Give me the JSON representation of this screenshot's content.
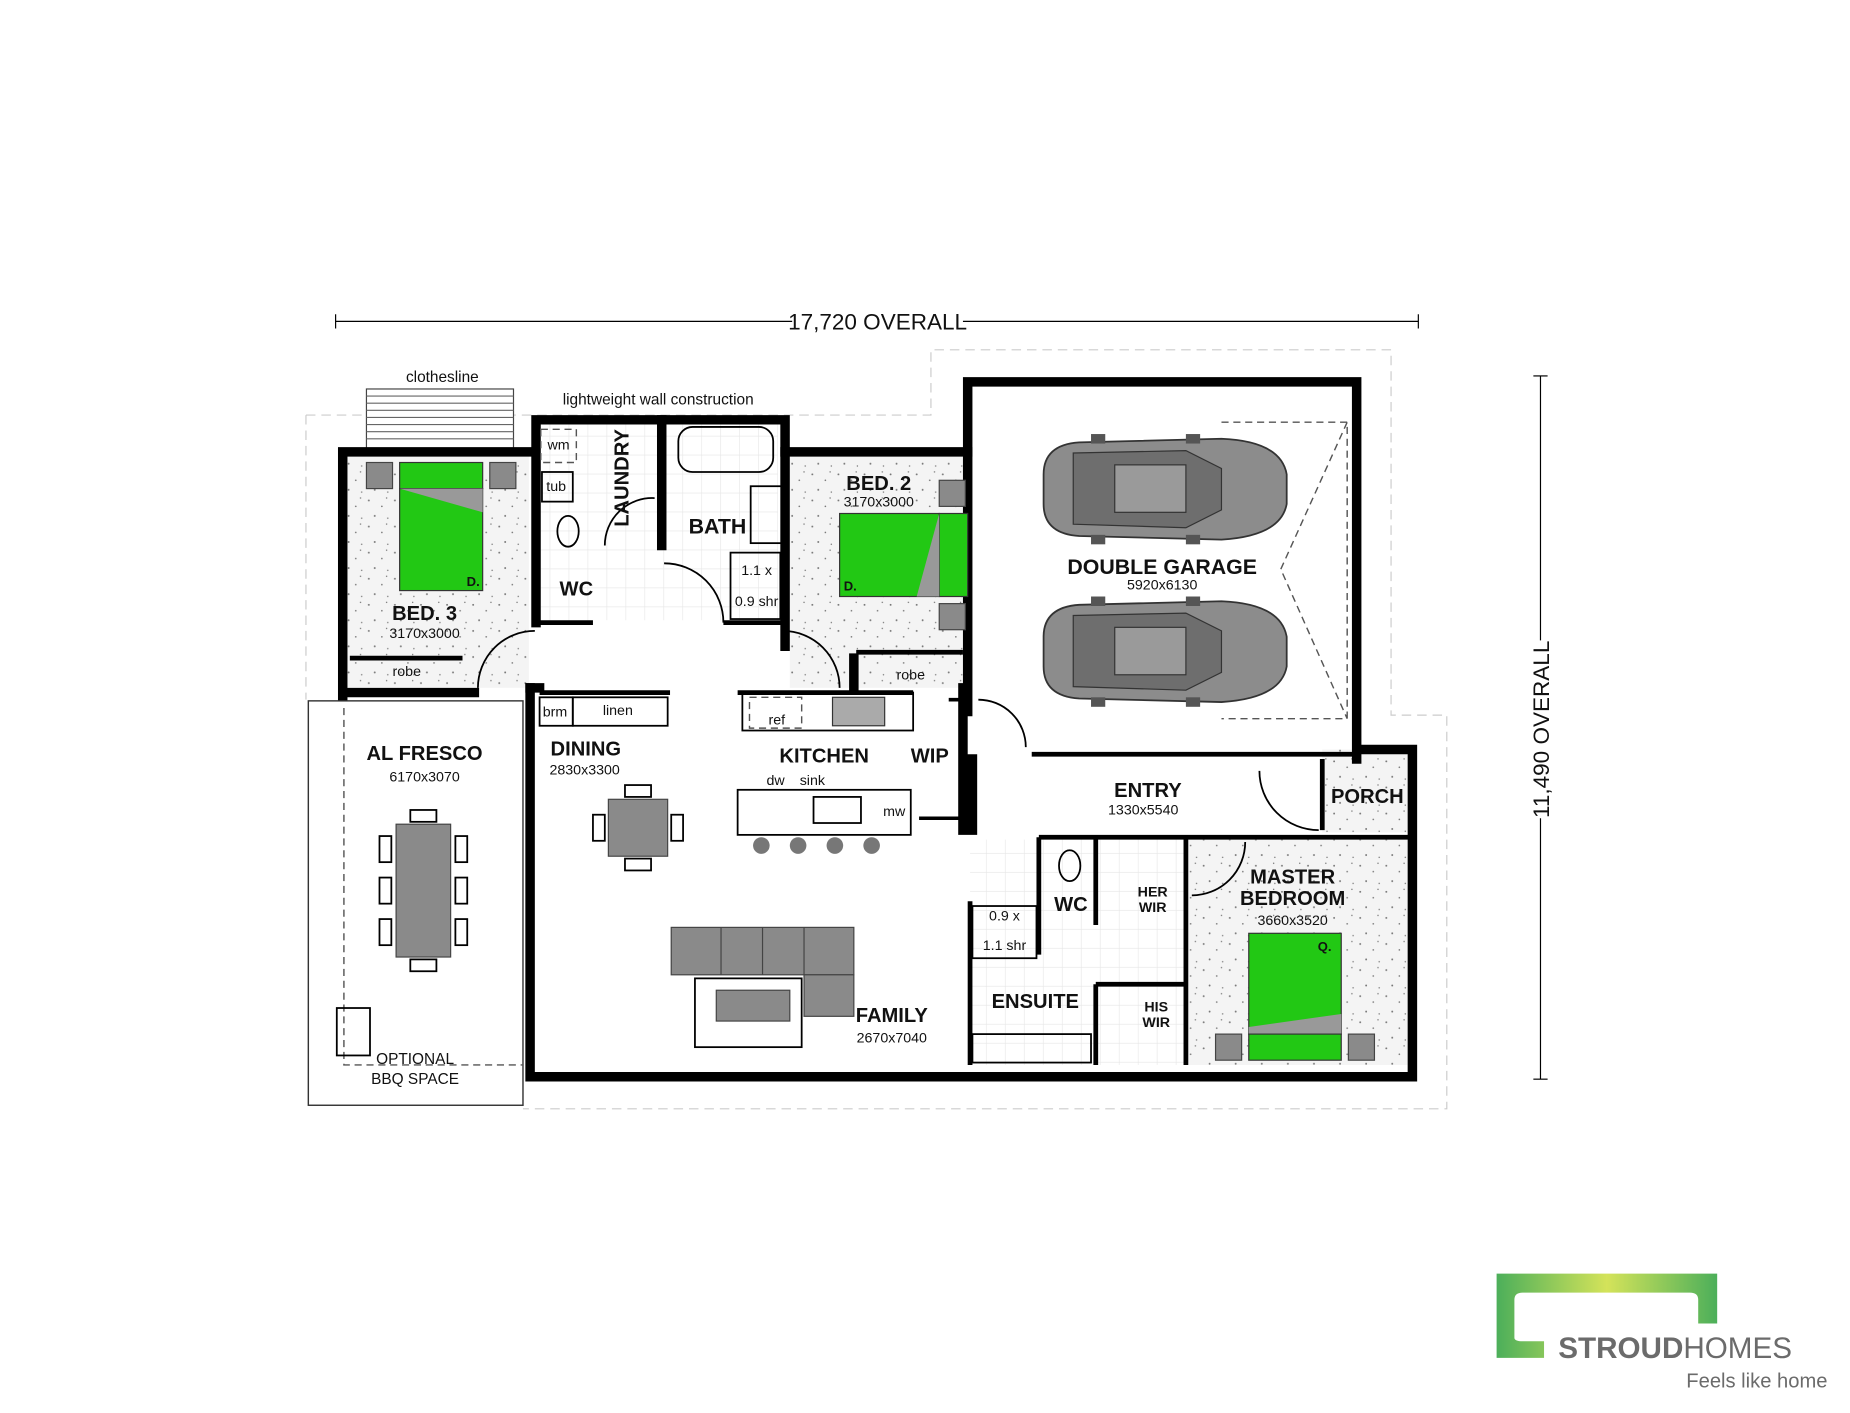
{
  "dimensions": {
    "width_label": "17,720 OVERALL",
    "depth_label": "11,490 OVERALL"
  },
  "annotations": {
    "clothesline": "clothesline",
    "lightweight": "lightweight wall construction"
  },
  "rooms": {
    "laundry": {
      "name": "LAUNDRY",
      "wm": "wm",
      "tub": "tub"
    },
    "wc1": {
      "name": "WC"
    },
    "bath": {
      "name": "BATH",
      "shower_line1": "1.1 x",
      "shower_line2": "0.9 shr"
    },
    "bed2": {
      "name": "BED. 2",
      "size": "3170x3000",
      "bed_mark": "D.",
      "robe": "robe"
    },
    "bed3": {
      "name": "BED. 3",
      "size": "3170x3000",
      "bed_mark": "D.",
      "robe": "robe"
    },
    "hall": {
      "brm": "brm",
      "linen": "linen"
    },
    "garage": {
      "name": "DOUBLE GARAGE",
      "size": "5920x6130"
    },
    "alfresco": {
      "name": "AL FRESCO",
      "size": "6170x3070",
      "bbq_line1": "OPTIONAL",
      "bbq_line2": "BBQ SPACE"
    },
    "dining": {
      "name": "DINING",
      "size": "2830x3300"
    },
    "kitchen": {
      "name": "KITCHEN",
      "ref": "ref",
      "dw": "dw",
      "sink": "sink",
      "mw": "mw"
    },
    "wip": {
      "name": "WIP"
    },
    "entry": {
      "name": "ENTRY",
      "size": "1330x5540"
    },
    "porch": {
      "name": "PORCH"
    },
    "family": {
      "name": "FAMILY",
      "size": "2670x7040"
    },
    "wc2": {
      "name": "WC"
    },
    "ensuite": {
      "name": "ENSUITE",
      "shower_line1": "0.9 x",
      "shower_line2": "1.1 shr"
    },
    "her_wir": {
      "line1": "HER",
      "line2": "WIR"
    },
    "his_wir": {
      "line1": "HIS",
      "line2": "WIR"
    },
    "master": {
      "line1": "MASTER",
      "line2": "BEDROOM",
      "size": "3660x3520",
      "bed_mark": "Q."
    }
  },
  "logo": {
    "brand_bold": "STROUD",
    "brand_light": "HOMES",
    "tagline": "Feels like home"
  },
  "colors": {
    "bed": "#22c814",
    "furniture": "#8a8a8a",
    "wall": "#000000",
    "logo_green": "#4caf5a",
    "logo_lime": "#d4e35a",
    "logo_text": "#6b6b6b"
  }
}
